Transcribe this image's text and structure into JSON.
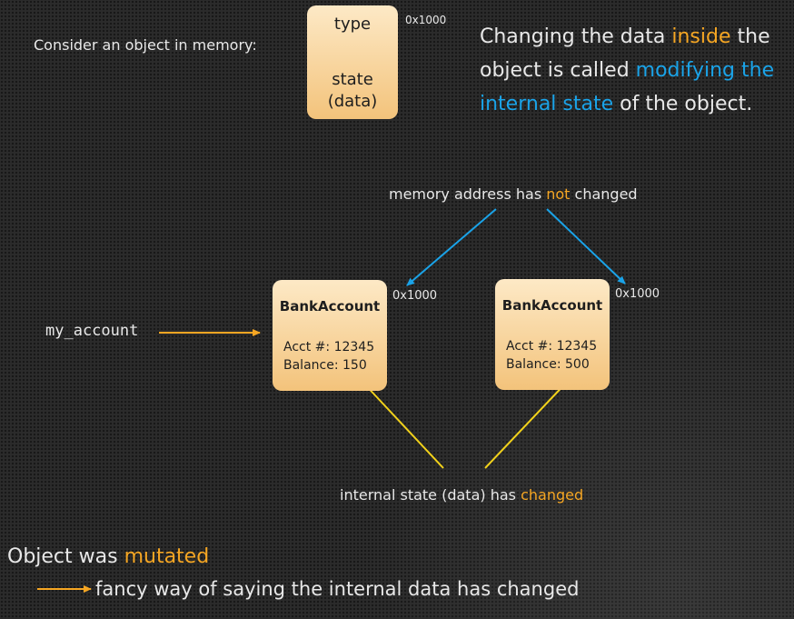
{
  "intro": {
    "consider_label": "Consider an object in memory:",
    "object_box": {
      "type_label": "type",
      "state_label": "state",
      "state_sub_label": "(data)"
    },
    "object_address": "0x1000"
  },
  "explanation": {
    "line1_pre": "Changing the data ",
    "line1_highlight": "inside",
    "line1_post": " the",
    "line2_pre": "object is called ",
    "line2_highlight": "modifying the",
    "line3_highlight": "internal state",
    "line3_post": " of the object."
  },
  "memory_note": {
    "pre": "memory address has ",
    "highlight": "not",
    "post": " changed"
  },
  "variable_name": "my_account",
  "accounts": [
    {
      "header": "BankAccount",
      "acct_line": "Acct #: 12345",
      "balance_line": "Balance: 150",
      "address": "0x1000"
    },
    {
      "header": "BankAccount",
      "acct_line": "Acct #: 12345",
      "balance_line": "Balance: 500",
      "address": "0x1000"
    }
  ],
  "state_note": {
    "pre": "internal state (data) has ",
    "highlight": "changed"
  },
  "conclusion": {
    "pre": "Object was ",
    "highlight": "mutated",
    "detail": "fancy way of saying the internal data has changed"
  },
  "colors": {
    "orange": "#f5a623",
    "blue": "#1aa3e8",
    "yellow": "#f2d21b",
    "box_fill": "#f3c37b"
  }
}
